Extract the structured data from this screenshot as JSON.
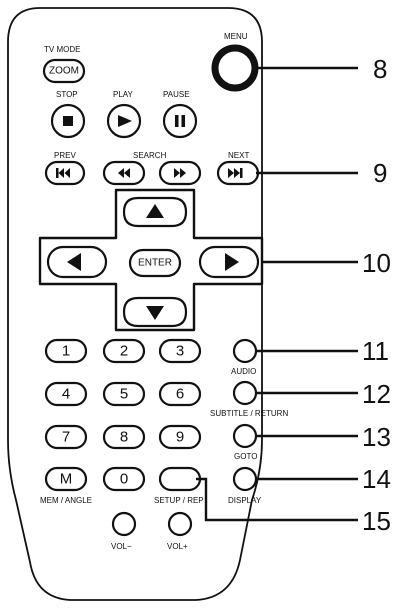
{
  "remote": {
    "labels": {
      "tv_mode": "TV MODE",
      "zoom": "ZOOM",
      "menu": "MENU",
      "stop": "STOP",
      "play": "PLAY",
      "pause": "PAUSE",
      "prev": "PREV",
      "search": "SEARCH",
      "next": "NEXT",
      "enter": "ENTER",
      "audio": "AUDIO",
      "subtitle_return": "SUBTITLE / RETURN",
      "goto": "GOTO",
      "display": "DISPLAY",
      "mem_angle": "MEM / ANGLE",
      "setup_rep": "SETUP / REP",
      "vol_minus": "VOL−",
      "vol_plus": "VOL+"
    },
    "keypad": [
      "1",
      "2",
      "3",
      "4",
      "5",
      "6",
      "7",
      "8",
      "9",
      "M",
      "0"
    ]
  },
  "callouts": [
    "8",
    "9",
    "10",
    "11",
    "12",
    "13",
    "14",
    "15"
  ],
  "icons": [
    "stop-icon",
    "play-icon",
    "pause-icon",
    "prev-icon",
    "rewind-icon",
    "fast-forward-icon",
    "next-icon",
    "up-arrow-icon",
    "left-arrow-icon",
    "right-arrow-icon",
    "down-arrow-icon"
  ]
}
